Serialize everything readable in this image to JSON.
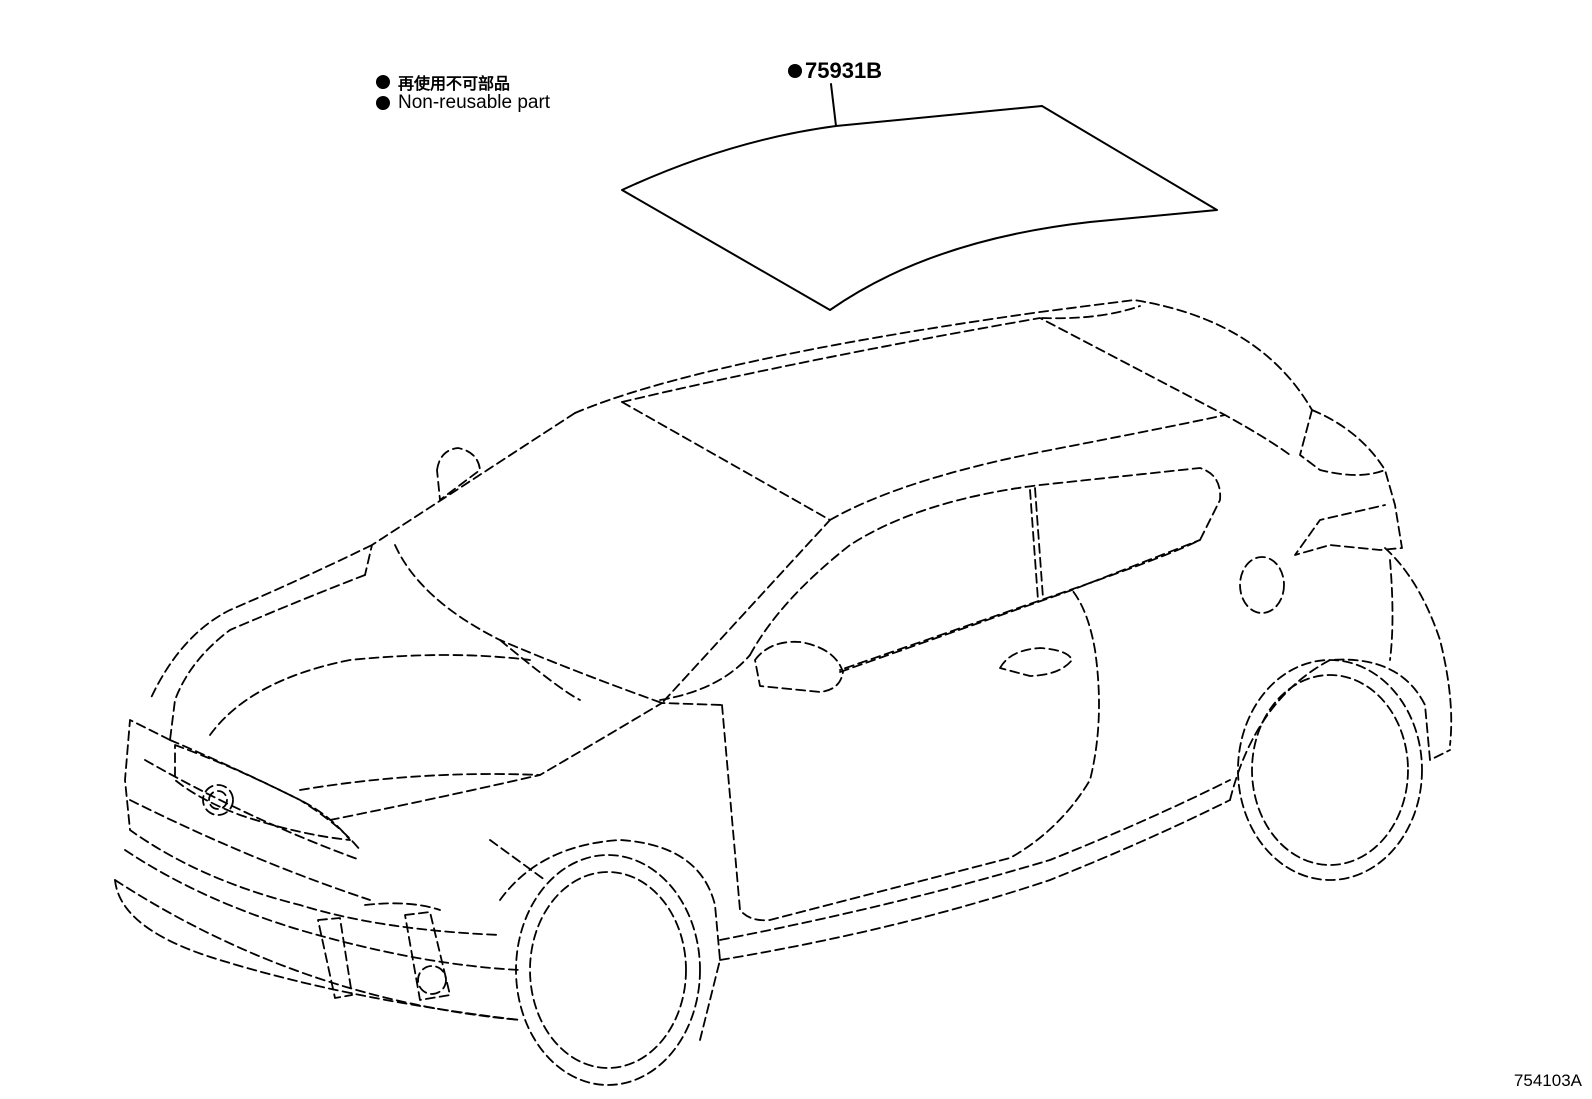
{
  "legend": {
    "japanese": "再使用不可部品",
    "english": "Non-reusable part"
  },
  "callout": {
    "part_number": "75931B"
  },
  "illustration_code": "754103A",
  "colors": {
    "ink": "#000000",
    "paper": "#ffffff"
  }
}
